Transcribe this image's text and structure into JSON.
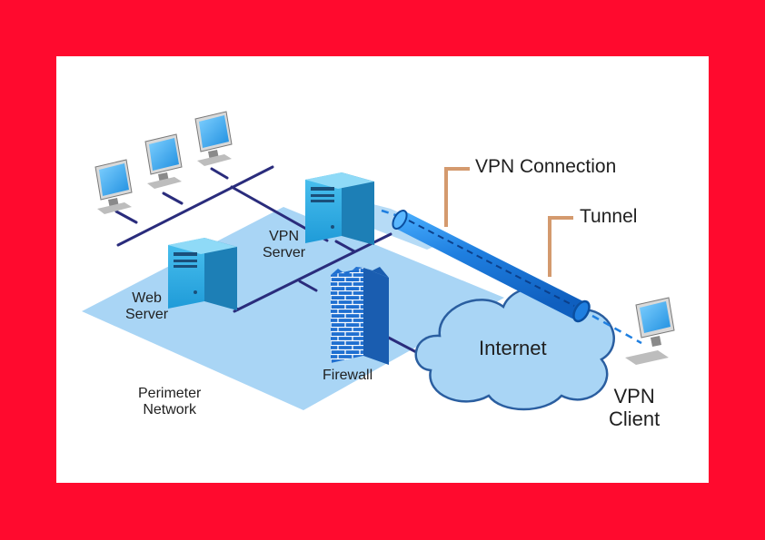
{
  "frame": {
    "border_color": "#ff0a2e",
    "panel_color": "#ffffff",
    "zone_color": "#a9d5f5",
    "cloud_color": "#a9d5f5",
    "tunnel_color": "#1f7fe0",
    "network_line_color": "#2a2c7c",
    "callout_color": "#d49a6e"
  },
  "nodes": {
    "workstations": [
      "workstation-icon",
      "workstation-icon",
      "workstation-icon",
      "workstation-icon"
    ],
    "vpn_server": {
      "label_line1": "VPN",
      "label_line2": "Server",
      "icon": "server-icon"
    },
    "web_server": {
      "label_line1": "Web",
      "label_line2": "Server",
      "icon": "server-icon"
    },
    "firewall": {
      "label": "Firewall",
      "icon": "brick-firewall-icon"
    },
    "internet": {
      "label": "Internet",
      "icon": "cloud-icon"
    },
    "vpn_client": {
      "label_line1": "VPN",
      "label_line2": "Client",
      "icon": "laptop-icon"
    },
    "perimeter_network": {
      "label_line1": "Perimeter",
      "label_line2": "Network"
    }
  },
  "callouts": {
    "vpn_connection": "VPN Connection",
    "tunnel": "Tunnel"
  }
}
